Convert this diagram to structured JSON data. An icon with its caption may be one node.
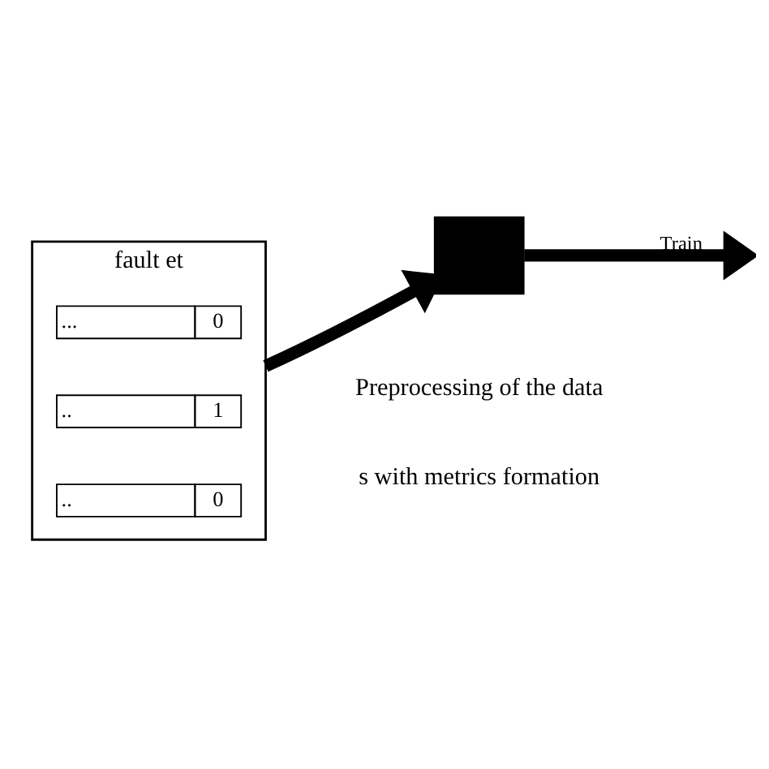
{
  "diagram": {
    "nodes": [
      {
        "text": [
          "fault et"
        ],
        "beside": [
          "s with metrics formation"
        ]
      },
      {
        "text": [
          "...",
          "0"
        ],
        "in": 0
      },
      {
        "text": [
          "..",
          "1"
        ],
        "in": 0
      },
      {
        "text": [
          "..",
          "0"
        ],
        "in": 0
      },
      {
        "text": [],
        "shape": "box",
        "beside": [
          "Preprocessing of the data"
        ]
      }
    ],
    "edges": [
      {
        "from": 0,
        "to": 4,
        "arrow": "to"
      },
      {
        "from": 4,
        "to": null,
        "arrow": "to",
        "label": "Train"
      }
    ]
  }
}
